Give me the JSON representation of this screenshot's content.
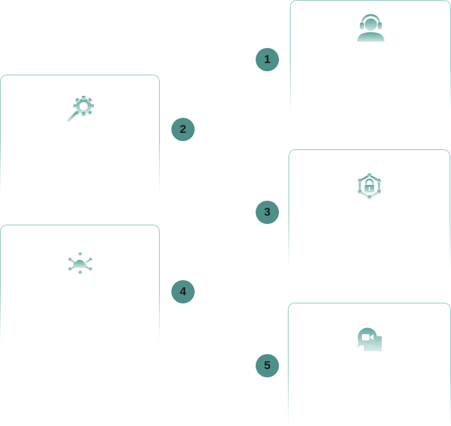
{
  "steps": [
    {
      "number": "1",
      "icon": "support-agent-icon"
    },
    {
      "number": "2",
      "icon": "search-settings-icon"
    },
    {
      "number": "3",
      "icon": "security-lock-icon"
    },
    {
      "number": "4",
      "icon": "cloud-network-icon"
    },
    {
      "number": "5",
      "icon": "video-chat-icon"
    }
  ],
  "colors": {
    "accent": "#4e8f8a",
    "card_border": "#8cc4bd",
    "icon_fill": "#6fb3ab",
    "background": "#ffffff"
  }
}
